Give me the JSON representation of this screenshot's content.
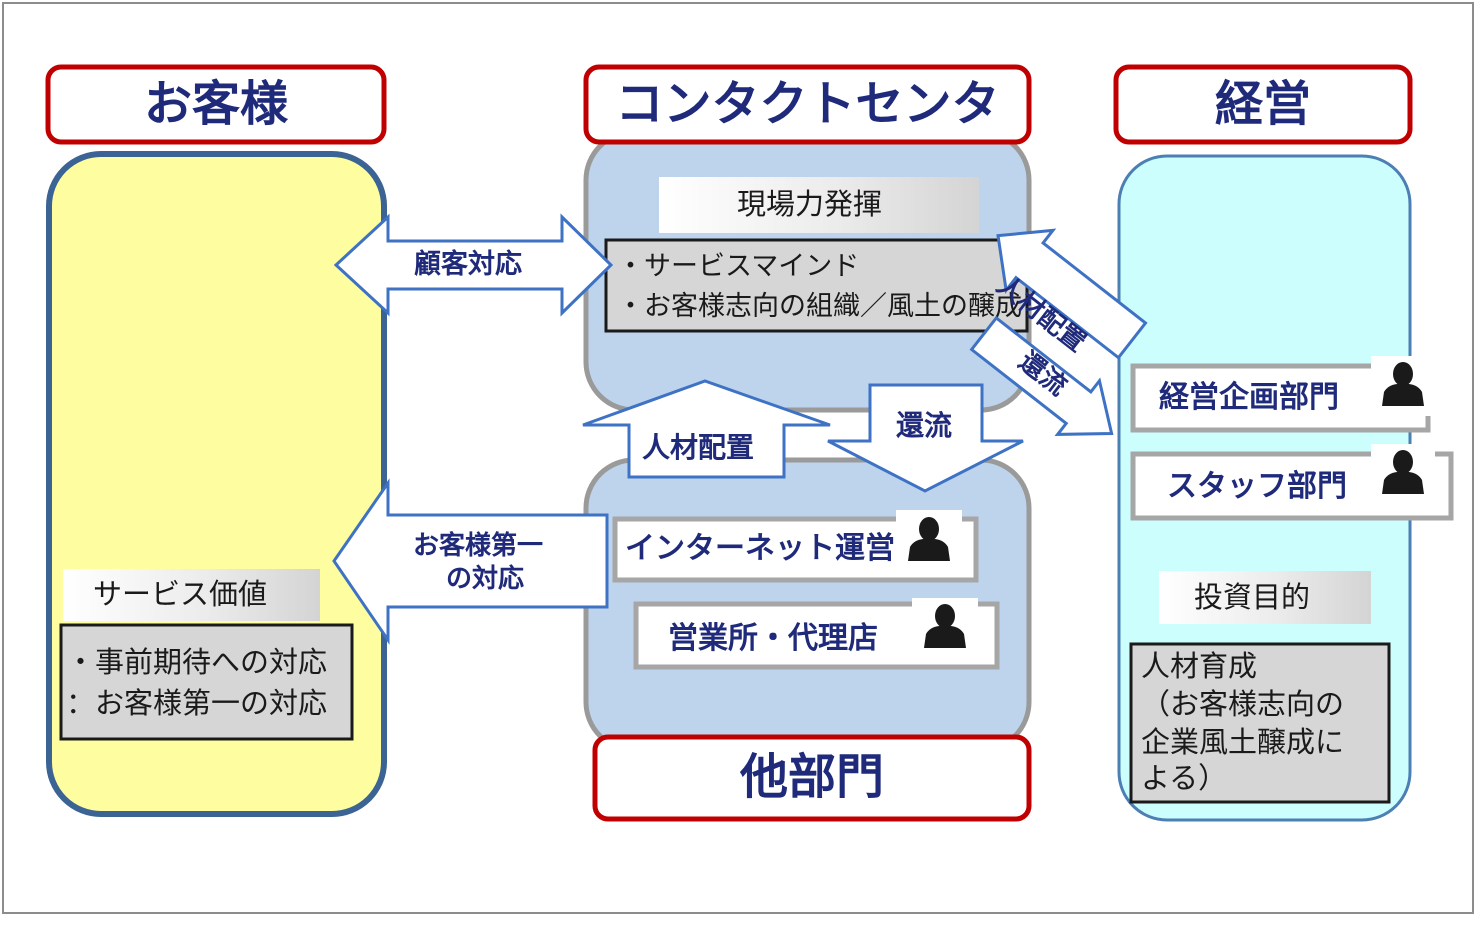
{
  "headers": {
    "customer": "お客様",
    "contact_center": "コンタクトセンタ",
    "management": "経営",
    "other_depts": "他部門"
  },
  "customer_panel": {
    "title": "サービス価値",
    "lines": [
      "・事前期待への対応",
      "：お客様第一の対応"
    ]
  },
  "contact_center_panel": {
    "title": "現場力発揮",
    "lines": [
      "・サービスマインド",
      "・お客様志向の組織／風土の醸成"
    ]
  },
  "other_depts_panel": {
    "items": [
      "インターネット運営",
      "営業所・代理店"
    ]
  },
  "management_panel": {
    "items": [
      "経営企画部門",
      "スタッフ部門"
    ],
    "title": "投資目的",
    "body_lines": [
      "人材育成",
      "（お客様志向の",
      "企業風土醸成に",
      "よる）"
    ]
  },
  "arrows": {
    "customer_service": "顧客対応",
    "customer_first_line1": "お客様第一",
    "customer_first_line2": "の対応",
    "staffing_up": "人材配置",
    "return_down": "還流",
    "staffing_diag": "人材配置",
    "return_diag": "還流"
  },
  "colors": {
    "header_border": "#c00000",
    "header_text": "#1f2a7a",
    "customer_fill": "#fefea0",
    "customer_border": "#3b6494",
    "center_fill": "#bdd4ec",
    "center_border": "#9a9a9a",
    "management_fill": "#ccfefe",
    "management_border": "#4c7fb3",
    "arrow_border": "#3e72c4"
  },
  "icons": [
    "person-icon"
  ]
}
